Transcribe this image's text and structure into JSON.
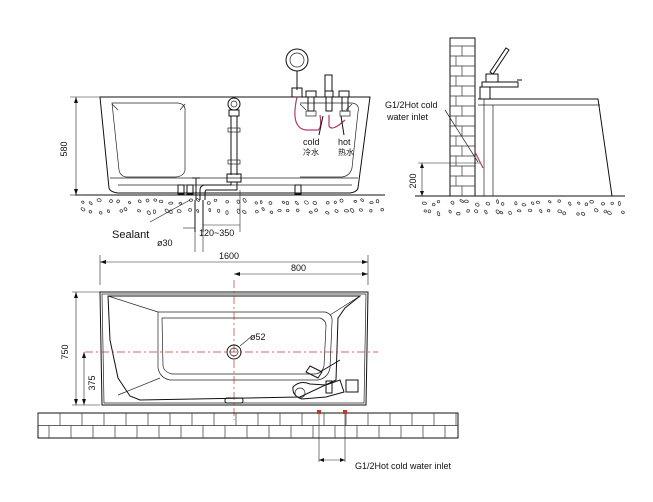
{
  "side_view": {
    "height_580": "580",
    "label_cold_en": "cold",
    "label_cold_cn": "冷水",
    "label_hot_en": "hot",
    "label_hot_cn": "热水",
    "label_sealant": "Sealant",
    "dim_diameter_30": "ø30",
    "dim_120_350": "120~350"
  },
  "wall_view": {
    "inlet_label_line1": "G1/2Hot cold",
    "inlet_label_line2": "water inlet",
    "dim_200": "200"
  },
  "plan_view": {
    "dim_1600": "1600",
    "dim_800": "800",
    "dim_750": "750",
    "dim_375": "375",
    "dim_diameter_52": "ø52",
    "inlet_label": "G1/2Hot cold water inlet"
  },
  "colors": {
    "line": "#111111",
    "centerline": "#c0392b",
    "supply_pipe": "#b03a6e"
  }
}
